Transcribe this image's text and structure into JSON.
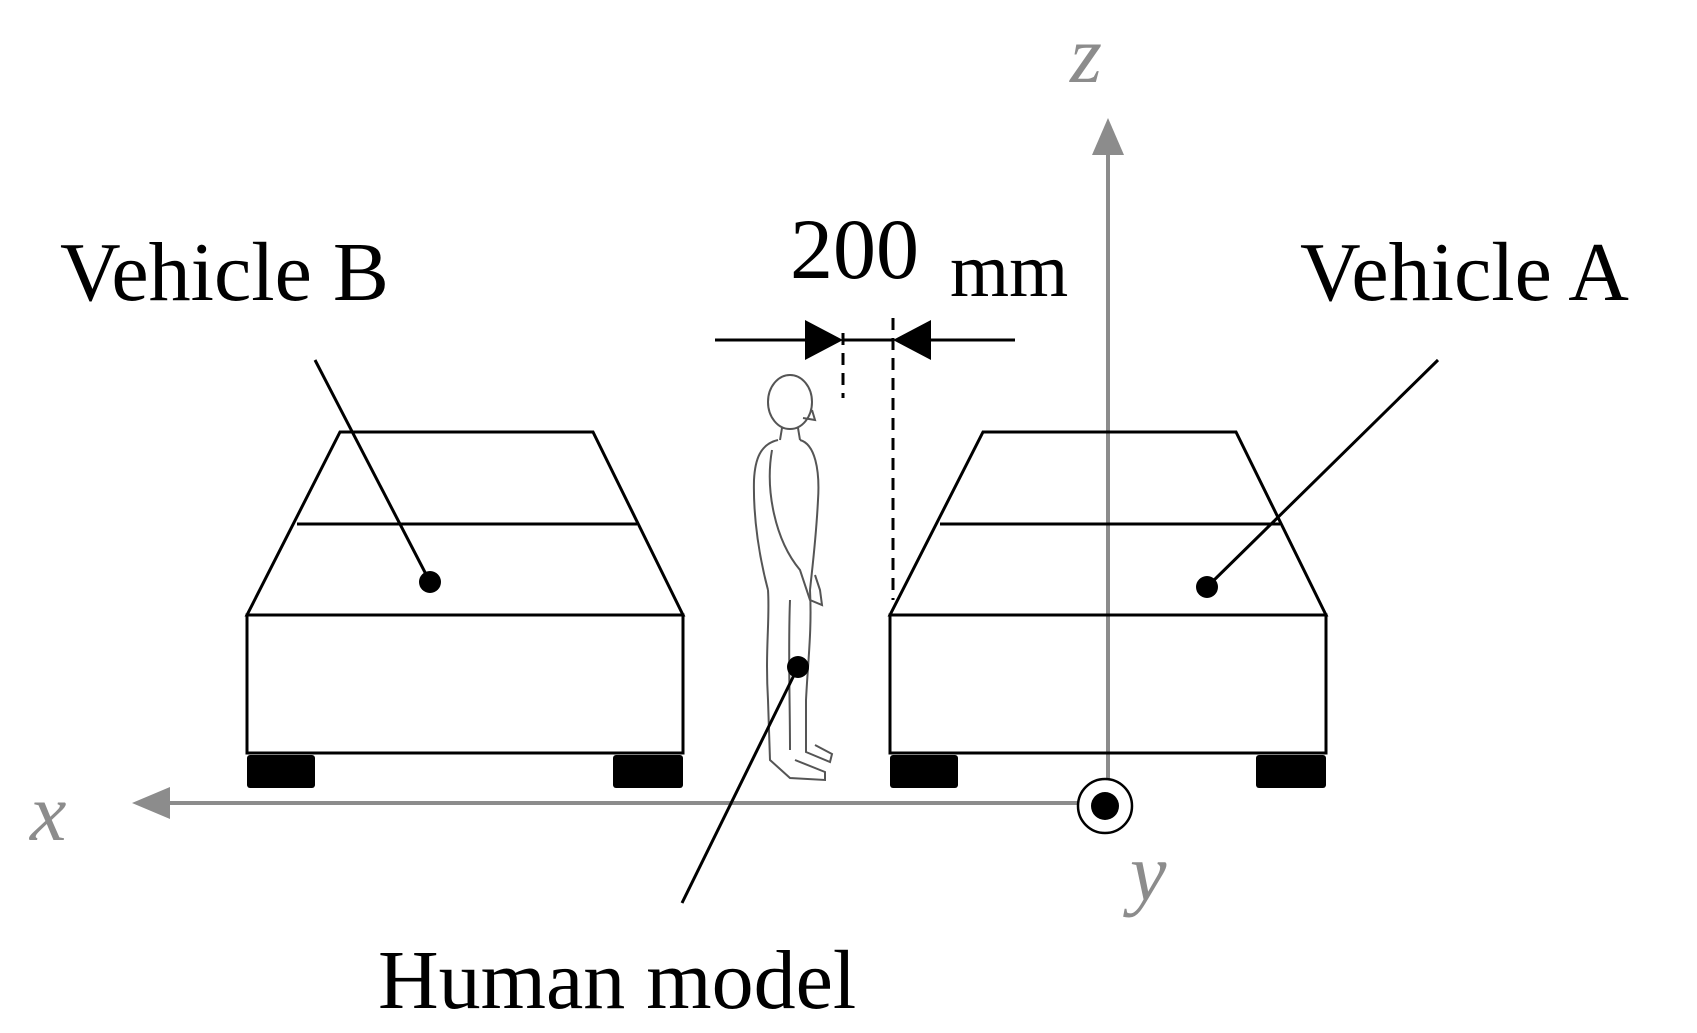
{
  "colors": {
    "ink": "#000000",
    "axis": "#8c8c8c",
    "background": "#ffffff"
  },
  "labels": {
    "vehicle_b": "Vehicle B",
    "vehicle_a": "Vehicle A",
    "human_model": "Human model",
    "gap_value": "200",
    "gap_unit": "mm"
  },
  "axes": {
    "x": "x",
    "y": "y",
    "z": "z"
  }
}
